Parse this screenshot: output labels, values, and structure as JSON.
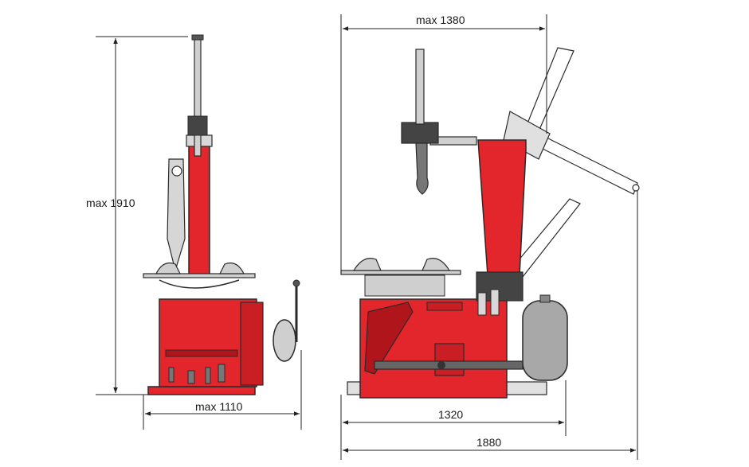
{
  "dimensions": {
    "front_height": "max 1910",
    "front_width": "max 1110",
    "side_top_width": "max 1380",
    "side_base_width": "1320",
    "side_total_width": "1880"
  },
  "colors": {
    "machine_red": "#e3262b",
    "dark_red": "#b0151b",
    "metal_grey": "#9c9c9c",
    "dark_grey": "#555555",
    "outline": "#2a2a2a",
    "tank_grey": "#a8a8a8",
    "dimension_line": "#222222"
  }
}
